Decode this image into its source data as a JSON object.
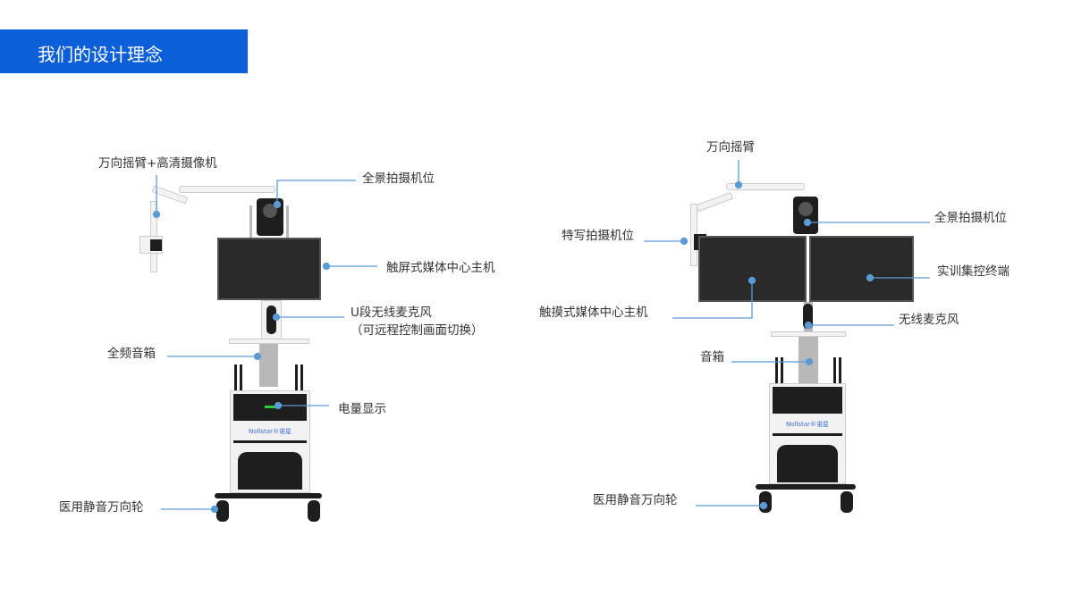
{
  "header": {
    "title": "我们的设计理念"
  },
  "left_device": {
    "brand": "Nollstar®诺星",
    "labels": {
      "arm_camera": "万向摇臂+高清摄像机",
      "panorama_camera": "全景拍摄机位",
      "touch_host": "触屏式媒体中心主机",
      "mic_line1": "U段无线麦克风",
      "mic_line2": "（可远程控制画面切换）",
      "speaker": "全频音箱",
      "battery": "电量显示",
      "wheels": "医用静音万向轮"
    }
  },
  "right_device": {
    "brand": "Nollstar®诺星",
    "labels": {
      "arm": "万向摇臂",
      "closeup_camera": "特写拍摄机位",
      "panorama_camera": "全景拍摄机位",
      "training_terminal": "实训集控终端",
      "touch_host": "触摸式媒体中心主机",
      "mic": "无线麦克风",
      "speaker": "音箱",
      "wheels": "医用静音万向轮"
    }
  },
  "colors": {
    "accent": "#0b5fd9",
    "callout": "#5b9bd5",
    "battery": "#2ecc40"
  }
}
